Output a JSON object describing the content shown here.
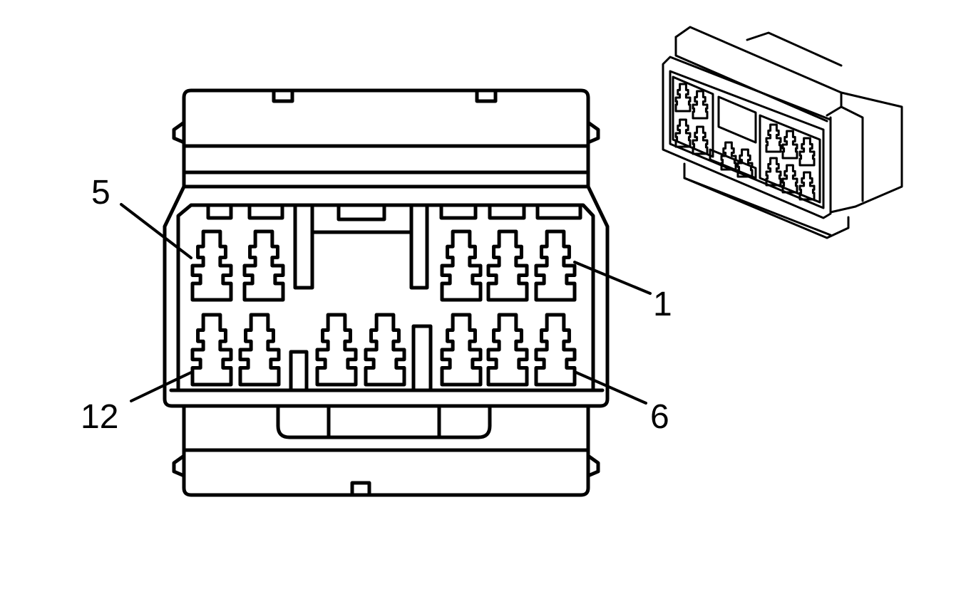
{
  "diagram": {
    "pin_labels": {
      "top_left": "5",
      "top_right": "1",
      "bottom_left": "12",
      "bottom_right": "6"
    },
    "line_color": "#000000",
    "background_color": "#ffffff"
  }
}
